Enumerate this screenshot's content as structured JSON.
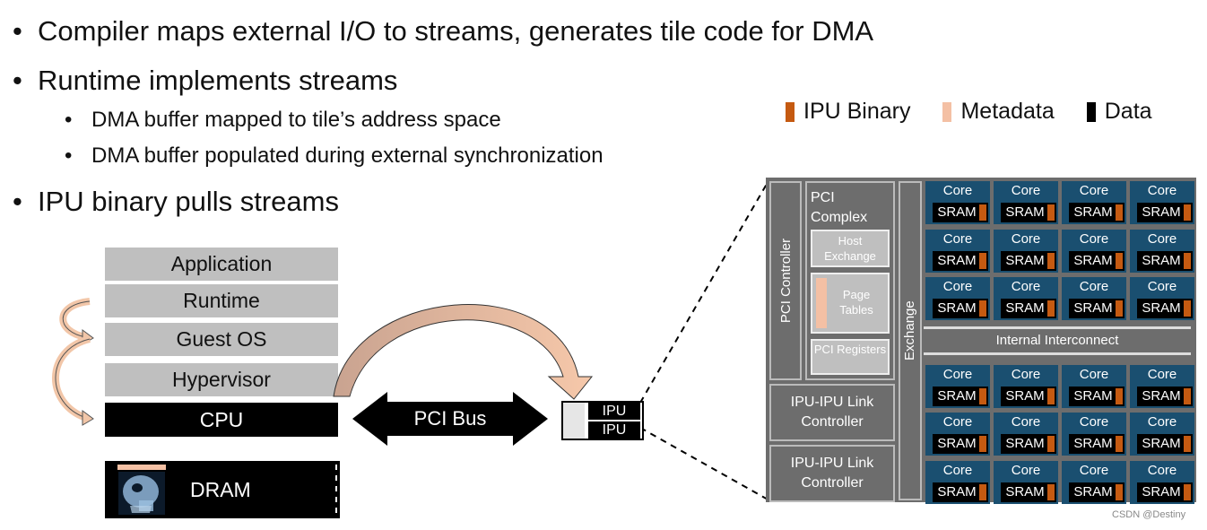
{
  "bullets": [
    "Compiler maps external I/O to streams, generates tile code for DMA",
    "Runtime implements streams",
    "IPU binary pulls streams"
  ],
  "sub_bullets": [
    "DMA buffer mapped to tile’s address space",
    "DMA buffer populated during external synchronization"
  ],
  "bullet_marker": "•",
  "legend": [
    {
      "label": "IPU Binary",
      "color": "#c55a11"
    },
    {
      "label": "Metadata",
      "color": "#f4c0a4"
    },
    {
      "label": "Data",
      "color": "#000000"
    }
  ],
  "stack": [
    "Application",
    "Runtime",
    "Guest OS",
    "Hypervisor"
  ],
  "cpu_label": "CPU",
  "dram_label": "DRAM",
  "pci_bus_label": "PCI Bus",
  "ipu_labels": [
    "IPU",
    "IPU"
  ],
  "chip": {
    "pci_controller": "PCI Controller",
    "pci_complex": "PCI Complex",
    "host_exchange": "Host Exchange",
    "page_tables": "Page Tables",
    "pci_registers": "PCI Registers",
    "link_controller": "IPU-IPU Link Controller",
    "exchange": "Exchange",
    "internal_interconnect": "Internal Interconnect",
    "core_label": "Core",
    "sram_label": "SRAM"
  },
  "colors": {
    "ipu_binary": "#c55a11",
    "metadata": "#f4c0a4",
    "core_tile": "#1a4f70",
    "chip_grey": "#6d6d6d",
    "stack_grey": "#bfbfbf"
  },
  "watermark": "CSDN @Destiny"
}
